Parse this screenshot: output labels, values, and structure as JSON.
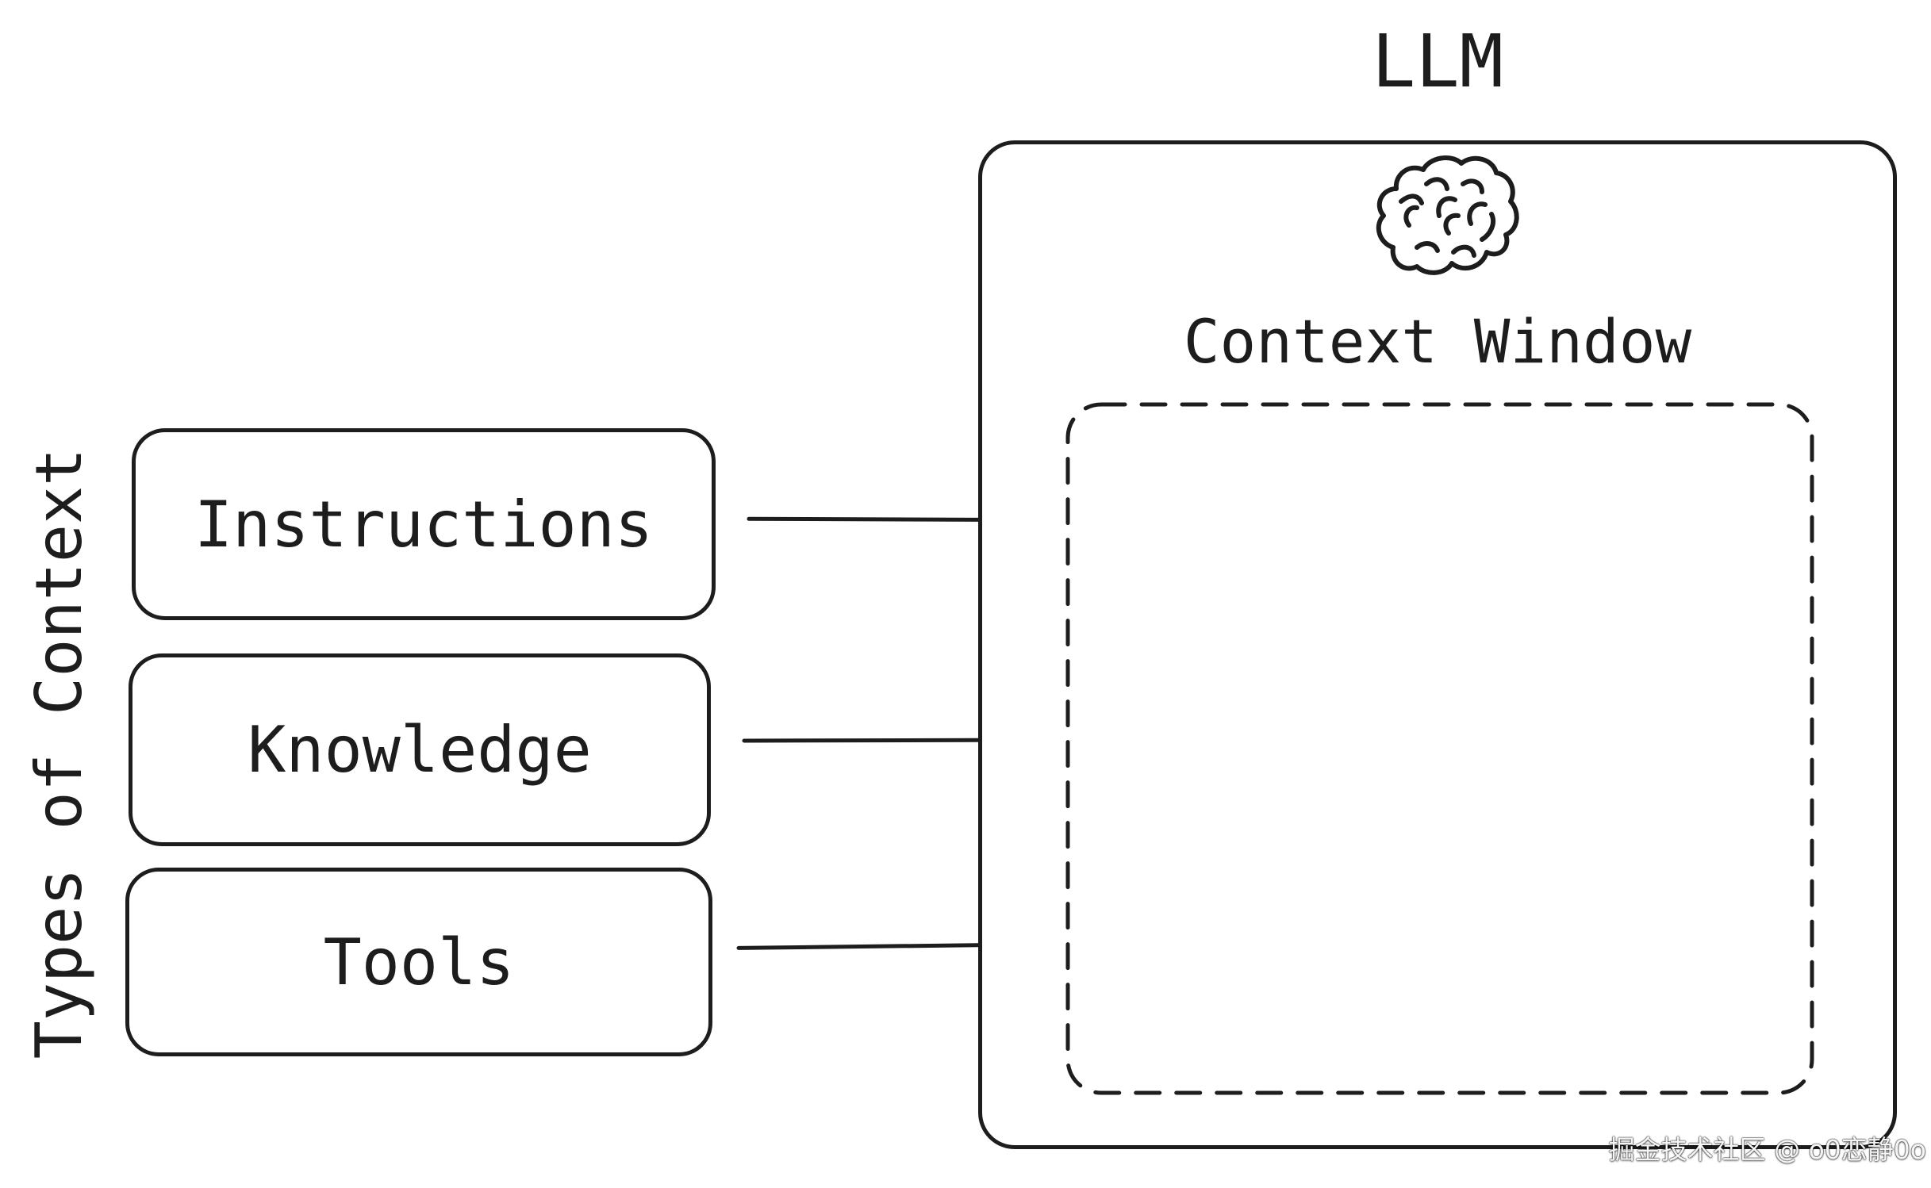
{
  "colors": {
    "stroke": "#1d1d1d",
    "background": "#ffffff",
    "watermark_text": "#f5f5f5"
  },
  "side_label": "Types of Context",
  "context_boxes": [
    {
      "label": "Instructions"
    },
    {
      "label": "Knowledge"
    },
    {
      "label": "Tools"
    }
  ],
  "llm": {
    "title": "LLM",
    "context_window_label": "Context Window",
    "brain_icon": "brain-icon"
  },
  "watermark": "掘金技术社区 @ o0恋静0o"
}
